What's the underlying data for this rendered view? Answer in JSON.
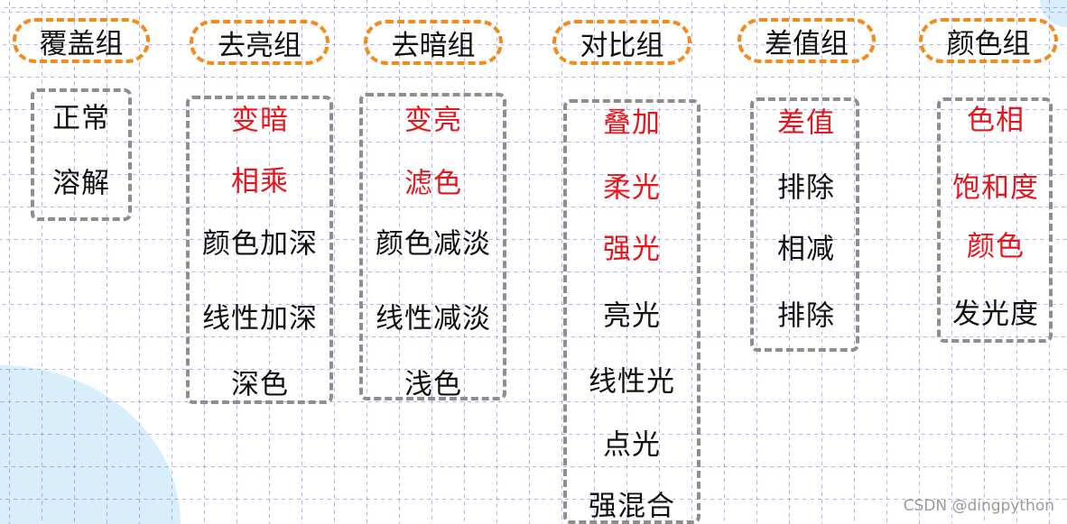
{
  "groups": [
    {
      "title": "覆盖组",
      "items": [
        {
          "text": "正常",
          "red": false
        },
        {
          "text": "溶解",
          "red": false
        }
      ]
    },
    {
      "title": "去亮组",
      "items": [
        {
          "text": "变暗",
          "red": true
        },
        {
          "text": "相乘",
          "red": true
        },
        {
          "text": "颜色加深",
          "red": false
        },
        {
          "text": "线性加深",
          "red": false
        },
        {
          "text": "深色",
          "red": false
        }
      ]
    },
    {
      "title": "去暗组",
      "items": [
        {
          "text": "变亮",
          "red": true
        },
        {
          "text": "滤色",
          "red": true
        },
        {
          "text": "颜色减淡",
          "red": false
        },
        {
          "text": "线性减淡",
          "red": false
        },
        {
          "text": "浅色",
          "red": false
        }
      ]
    },
    {
      "title": "对比组",
      "items": [
        {
          "text": "叠加",
          "red": true
        },
        {
          "text": "柔光",
          "red": true
        },
        {
          "text": "强光",
          "red": true
        },
        {
          "text": "亮光",
          "red": false
        },
        {
          "text": "线性光",
          "red": false
        },
        {
          "text": "点光",
          "red": false
        },
        {
          "text": "强混合",
          "red": false
        }
      ]
    },
    {
      "title": "差值组",
      "items": [
        {
          "text": "差值",
          "red": true
        },
        {
          "text": "排除",
          "red": false
        },
        {
          "text": "相减",
          "red": false
        },
        {
          "text": "排除",
          "red": false
        }
      ]
    },
    {
      "title": "颜色组",
      "items": [
        {
          "text": "色相",
          "red": true
        },
        {
          "text": "饱和度",
          "red": true
        },
        {
          "text": "颜色",
          "red": true
        },
        {
          "text": "发光度",
          "red": false
        }
      ]
    }
  ],
  "watermark": "CSDN @dingpython",
  "colors": {
    "header_border": "#f28a1c",
    "box_border": "#8e8e8e",
    "highlight": "#e8141c"
  }
}
